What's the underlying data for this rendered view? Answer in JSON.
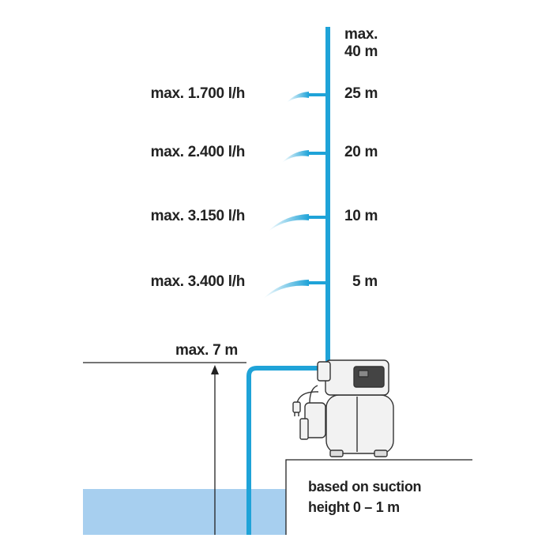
{
  "colors": {
    "pipe": "#1fa3d8",
    "water": "#a7cfef",
    "line": "#222222",
    "pump_body": "#f2f2f2",
    "pump_outline": "#333333",
    "background": "#ffffff"
  },
  "max_head": "max.\n40 m",
  "outlets": [
    {
      "flow": "max. 1.700 l/h",
      "head": "25 m",
      "head_m": 25
    },
    {
      "flow": "max. 2.400 l/h",
      "head": "20 m",
      "head_m": 20
    },
    {
      "flow": "max. 3.150 l/h",
      "head": "10 m",
      "head_m": 10
    },
    {
      "flow": "max. 3.400 l/h",
      "head": "5 m",
      "head_m": 5
    }
  ],
  "suction": {
    "label": "max. 7 m"
  },
  "note": "based on suction\nheight 0 – 1 m",
  "icons": [
    "pump-icon",
    "water-spray-icon",
    "dimension-arrow-icon",
    "power-plug-icon"
  ]
}
